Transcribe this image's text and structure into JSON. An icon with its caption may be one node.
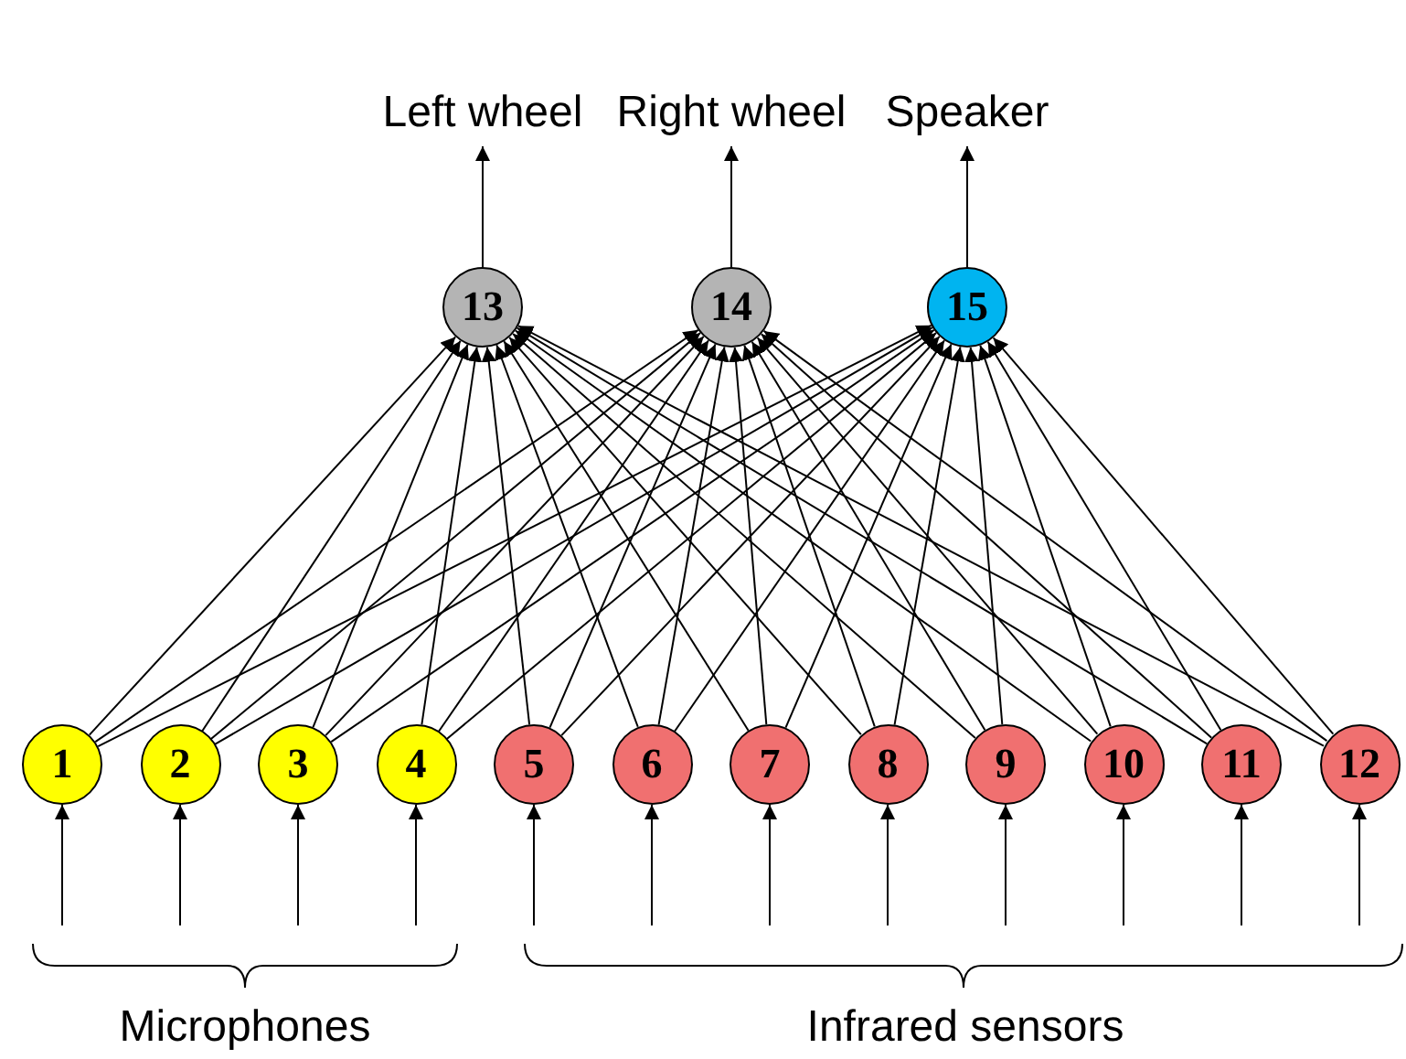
{
  "diagram": {
    "nodes": [
      {
        "text": [
          "Left wheel"
        ]
      },
      {
        "text": [
          "Right wheel"
        ]
      },
      {
        "text": [
          "Speaker"
        ]
      },
      {
        "text": [
          "13"
        ]
      },
      {
        "text": [
          "14"
        ]
      },
      {
        "text": [
          "15"
        ]
      },
      {
        "text": [
          "1"
        ]
      },
      {
        "text": [
          "2"
        ]
      },
      {
        "text": [
          "3"
        ]
      },
      {
        "text": [
          "4"
        ]
      },
      {
        "text": [
          "5"
        ]
      },
      {
        "text": [
          "6"
        ]
      },
      {
        "text": [
          "7"
        ]
      },
      {
        "text": [
          "8"
        ]
      },
      {
        "text": [
          "9"
        ]
      },
      {
        "text": [
          "10"
        ]
      },
      {
        "text": [
          "11"
        ]
      },
      {
        "text": [
          "12"
        ]
      }
    ],
    "edges": [
      {
        "from": 3,
        "to": 0,
        "arrow": "to"
      },
      {
        "from": 4,
        "to": 1,
        "arrow": "to"
      },
      {
        "from": 5,
        "to": 2,
        "arrow": "to"
      },
      {
        "from": 6,
        "to": 3,
        "arrow": "to"
      },
      {
        "from": 6,
        "to": 4,
        "arrow": "to"
      },
      {
        "from": 6,
        "to": 5,
        "arrow": "to"
      },
      {
        "from": 7,
        "to": 3,
        "arrow": "to"
      },
      {
        "from": 7,
        "to": 4,
        "arrow": "to"
      },
      {
        "from": 7,
        "to": 5,
        "arrow": "to"
      },
      {
        "from": 8,
        "to": 3,
        "arrow": "to"
      },
      {
        "from": 8,
        "to": 4,
        "arrow": "to"
      },
      {
        "from": 8,
        "to": 5,
        "arrow": "to"
      },
      {
        "from": 9,
        "to": 3,
        "arrow": "to"
      },
      {
        "from": 9,
        "to": 4,
        "arrow": "to"
      },
      {
        "from": 9,
        "to": 5,
        "arrow": "to"
      },
      {
        "from": 10,
        "to": 3,
        "arrow": "to"
      },
      {
        "from": 10,
        "to": 4,
        "arrow": "to"
      },
      {
        "from": 10,
        "to": 5,
        "arrow": "to"
      },
      {
        "from": 11,
        "to": 3,
        "arrow": "to"
      },
      {
        "from": 11,
        "to": 4,
        "arrow": "to"
      },
      {
        "from": 11,
        "to": 5,
        "arrow": "to"
      },
      {
        "from": 12,
        "to": 3,
        "arrow": "to"
      },
      {
        "from": 12,
        "to": 4,
        "arrow": "to"
      },
      {
        "from": 12,
        "to": 5,
        "arrow": "to"
      },
      {
        "from": 13,
        "to": 3,
        "arrow": "to"
      },
      {
        "from": 13,
        "to": 4,
        "arrow": "to"
      },
      {
        "from": 13,
        "to": 5,
        "arrow": "to"
      },
      {
        "from": 14,
        "to": 3,
        "arrow": "to"
      },
      {
        "from": 14,
        "to": 4,
        "arrow": "to"
      },
      {
        "from": 14,
        "to": 5,
        "arrow": "to"
      },
      {
        "from": 15,
        "to": 3,
        "arrow": "to"
      },
      {
        "from": 15,
        "to": 4,
        "arrow": "to"
      },
      {
        "from": 15,
        "to": 5,
        "arrow": "to"
      },
      {
        "from": 16,
        "to": 3,
        "arrow": "to"
      },
      {
        "from": 16,
        "to": 4,
        "arrow": "to"
      },
      {
        "from": 16,
        "to": 5,
        "arrow": "to"
      },
      {
        "from": 17,
        "to": 3,
        "arrow": "to"
      },
      {
        "from": 17,
        "to": 4,
        "arrow": "to"
      },
      {
        "from": 17,
        "to": 5,
        "arrow": "to"
      },
      {
        "from": null,
        "to": 6,
        "arrow": "to"
      },
      {
        "from": null,
        "to": 7,
        "arrow": "to"
      },
      {
        "from": null,
        "to": 8,
        "arrow": "to"
      },
      {
        "from": null,
        "to": 9,
        "arrow": "to"
      },
      {
        "from": null,
        "to": 10,
        "arrow": "to"
      },
      {
        "from": null,
        "to": 11,
        "arrow": "to"
      },
      {
        "from": null,
        "to": 12,
        "arrow": "to"
      },
      {
        "from": null,
        "to": 13,
        "arrow": "to"
      },
      {
        "from": null,
        "to": 14,
        "arrow": "to"
      },
      {
        "from": null,
        "to": 15,
        "arrow": "to"
      },
      {
        "from": null,
        "to": 16,
        "arrow": "to"
      },
      {
        "from": null,
        "to": 17,
        "arrow": "to"
      }
    ],
    "labels": [
      "Microphones",
      "Infrared sensors"
    ]
  }
}
